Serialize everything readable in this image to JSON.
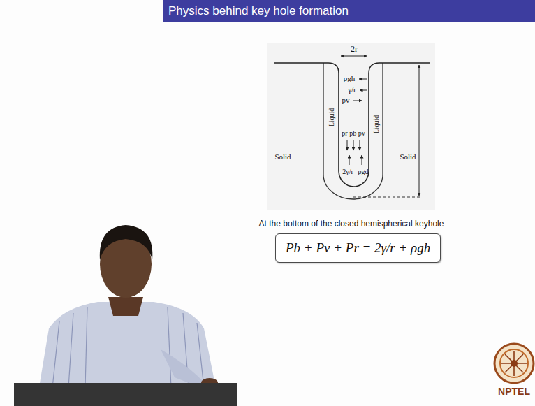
{
  "diagram": {
    "title": "Physics behind key hole formation",
    "caption": "At the bottom of the closed hemispherical keyhole",
    "nodes": [
      {
        "text": [
          "Pb + Pv + Pr = 2γ/r + ρgh"
        ]
      }
    ],
    "labels": [
      "2r",
      "ρgh",
      "γ/r",
      "pv",
      "Liquid",
      "Liquid",
      "Solid",
      "Solid",
      "pr pb pv",
      "2γ/r",
      "ρgd",
      "NPTEL"
    ]
  }
}
